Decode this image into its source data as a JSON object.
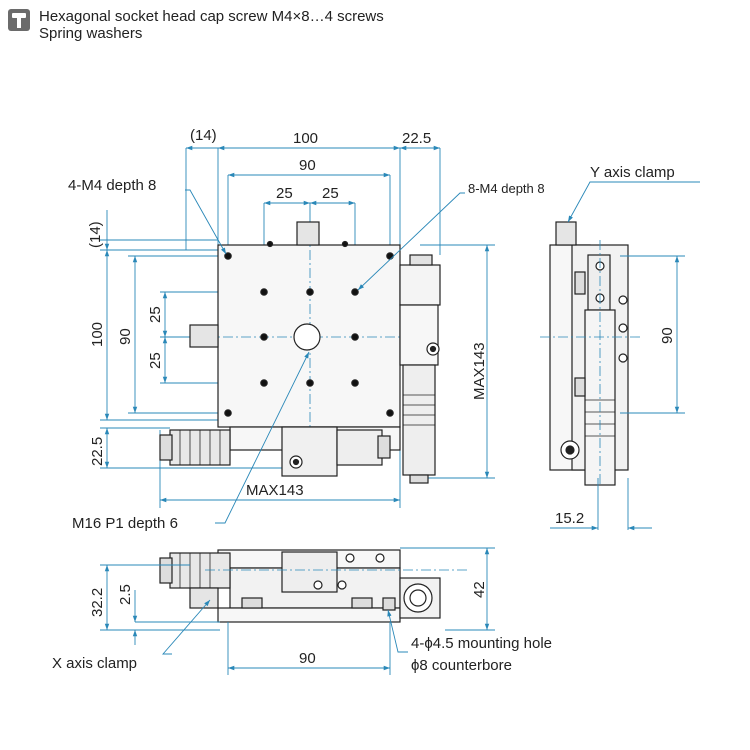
{
  "notes": {
    "line1": "Hexagonal socket head cap screw M4×8…4 screws",
    "line2": "Spring washers"
  },
  "dims": {
    "d14_top": "(14)",
    "d100_top": "100",
    "d22_5_top": "22.5",
    "d90_top": "90",
    "d25_a": "25",
    "d25_b": "25",
    "d14_left": "(14)",
    "d100_left": "100",
    "d90_left": "90",
    "d25_left_a": "25",
    "d25_left_b": "25",
    "d22_5_left": "22.5",
    "max143_h": "MAX143",
    "max143_v": "MAX143",
    "d90_right": "90",
    "d15_2": "15.2",
    "d42": "42",
    "d32_2": "32.2",
    "d2_5": "2.5",
    "d90_bottom": "90"
  },
  "callouts": {
    "m4_4": "4-M4 depth 8",
    "m4_8": "8-M4 depth 8",
    "y_clamp": "Y axis clamp",
    "m16": "M16 P1 depth 6",
    "x_clamp": "X axis clamp",
    "mount1": "4-ϕ4.5 mounting hole",
    "mount2": "ϕ8 counterbore"
  },
  "colors": {
    "line": "#222222",
    "dim": "#2a88b8",
    "fill": "#f7f7f7"
  }
}
